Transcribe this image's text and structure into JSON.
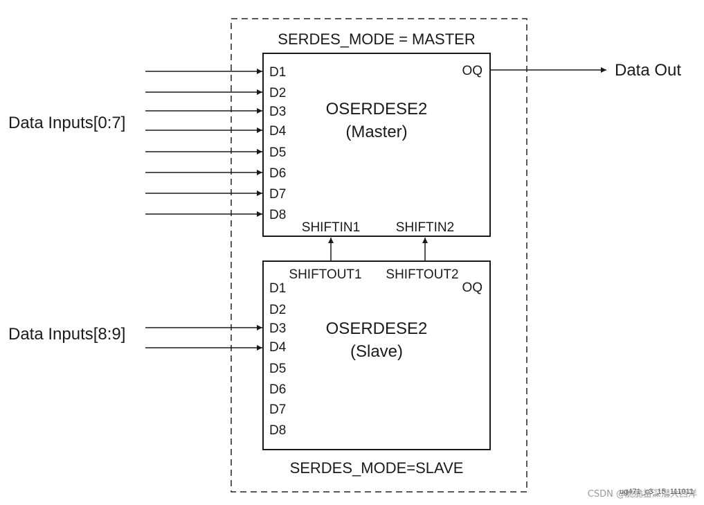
{
  "top_mode_label": "SERDES_MODE = MASTER",
  "bottom_mode_label": "SERDES_MODE=SLAVE",
  "master": {
    "name": "OSERDESE2",
    "role": "(Master)",
    "inputs": [
      "D1",
      "D2",
      "D3",
      "D4",
      "D5",
      "D6",
      "D7",
      "D8"
    ],
    "output": "OQ",
    "shift_in_1": "SHIFTIN1",
    "shift_in_2": "SHIFTIN2"
  },
  "slave": {
    "name": "OSERDESE2",
    "role": "(Slave)",
    "inputs": [
      "D1",
      "D2",
      "D3",
      "D4",
      "D5",
      "D6",
      "D7",
      "D8"
    ],
    "output": "OQ",
    "shift_out_1": "SHIFTOUT1",
    "shift_out_2": "SHIFTOUT2"
  },
  "data_inputs_master": "Data Inputs[0:7]",
  "data_inputs_slave": "Data Inputs[8:9]",
  "data_out": "Data Out",
  "figure_id": "ug471_c3_15_111011",
  "watermark": "CSDN @脆脆鲨深潜大西洋",
  "colors": {
    "line": "#1a1a1a",
    "border": "#222222"
  }
}
